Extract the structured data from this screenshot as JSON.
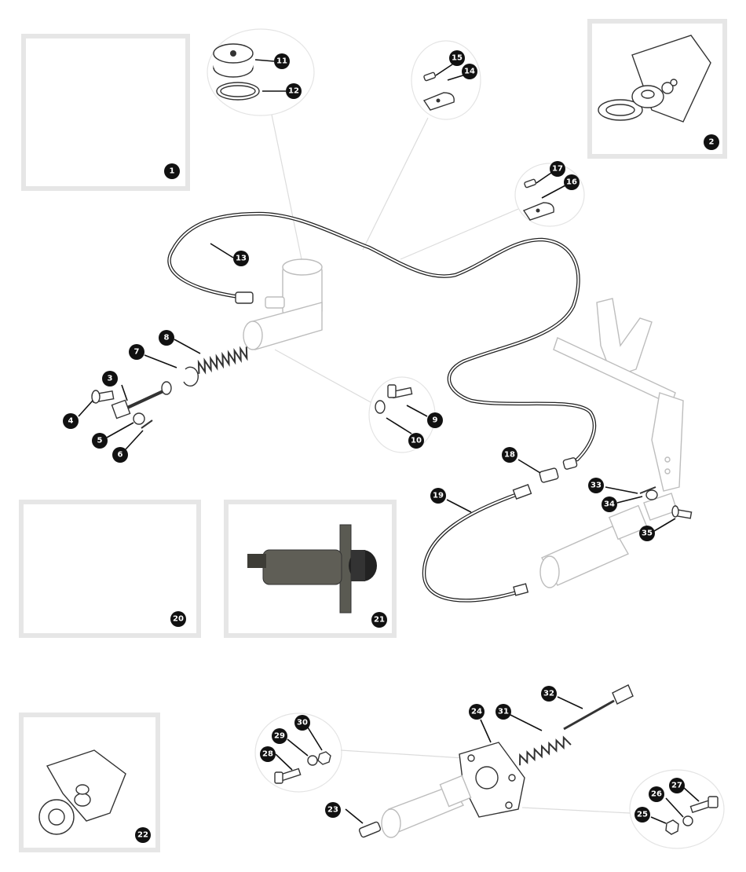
{
  "diagram": {
    "callouts": [
      {
        "label": "1"
      },
      {
        "label": "2"
      },
      {
        "label": "3"
      },
      {
        "label": "4"
      },
      {
        "label": "5"
      },
      {
        "label": "6"
      },
      {
        "label": "7"
      },
      {
        "label": "8"
      },
      {
        "label": "9"
      },
      {
        "label": "10"
      },
      {
        "label": "11"
      },
      {
        "label": "12"
      },
      {
        "label": "13"
      },
      {
        "label": "14"
      },
      {
        "label": "15"
      },
      {
        "label": "16"
      },
      {
        "label": "17"
      },
      {
        "label": "18"
      },
      {
        "label": "19"
      },
      {
        "label": "20"
      },
      {
        "label": "21"
      },
      {
        "label": "22"
      },
      {
        "label": "23"
      },
      {
        "label": "24"
      },
      {
        "label": "25"
      },
      {
        "label": "26"
      },
      {
        "label": "27"
      },
      {
        "label": "28"
      },
      {
        "label": "29"
      },
      {
        "label": "30"
      },
      {
        "label": "31"
      },
      {
        "label": "32"
      },
      {
        "label": "33"
      },
      {
        "label": "34"
      },
      {
        "label": "35"
      }
    ],
    "colors": {
      "line": "#222222",
      "panel_border": "#e6e6e6",
      "callout_fill": "#111111",
      "callout_text": "#ffffff",
      "ghost_part": "#bdbdbd"
    }
  }
}
